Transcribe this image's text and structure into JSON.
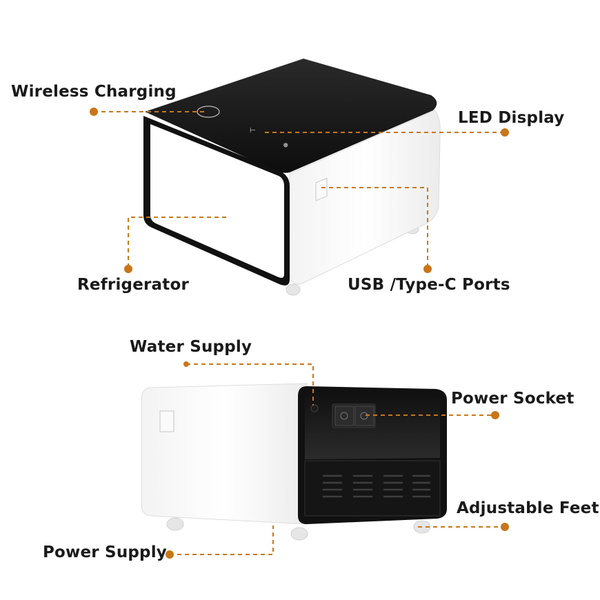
{
  "accent_color": "#c9761a",
  "labels": {
    "wireless_charging": "Wireless Charging",
    "led_display": "LED Display",
    "refrigerator": "Refrigerator",
    "usb_ports": "USB /Type-C Ports",
    "water_supply": "Water Supply",
    "power_socket": "Power Socket",
    "adjustable_feet": "Adjustable Feet",
    "power_supply": "Power Supply"
  }
}
